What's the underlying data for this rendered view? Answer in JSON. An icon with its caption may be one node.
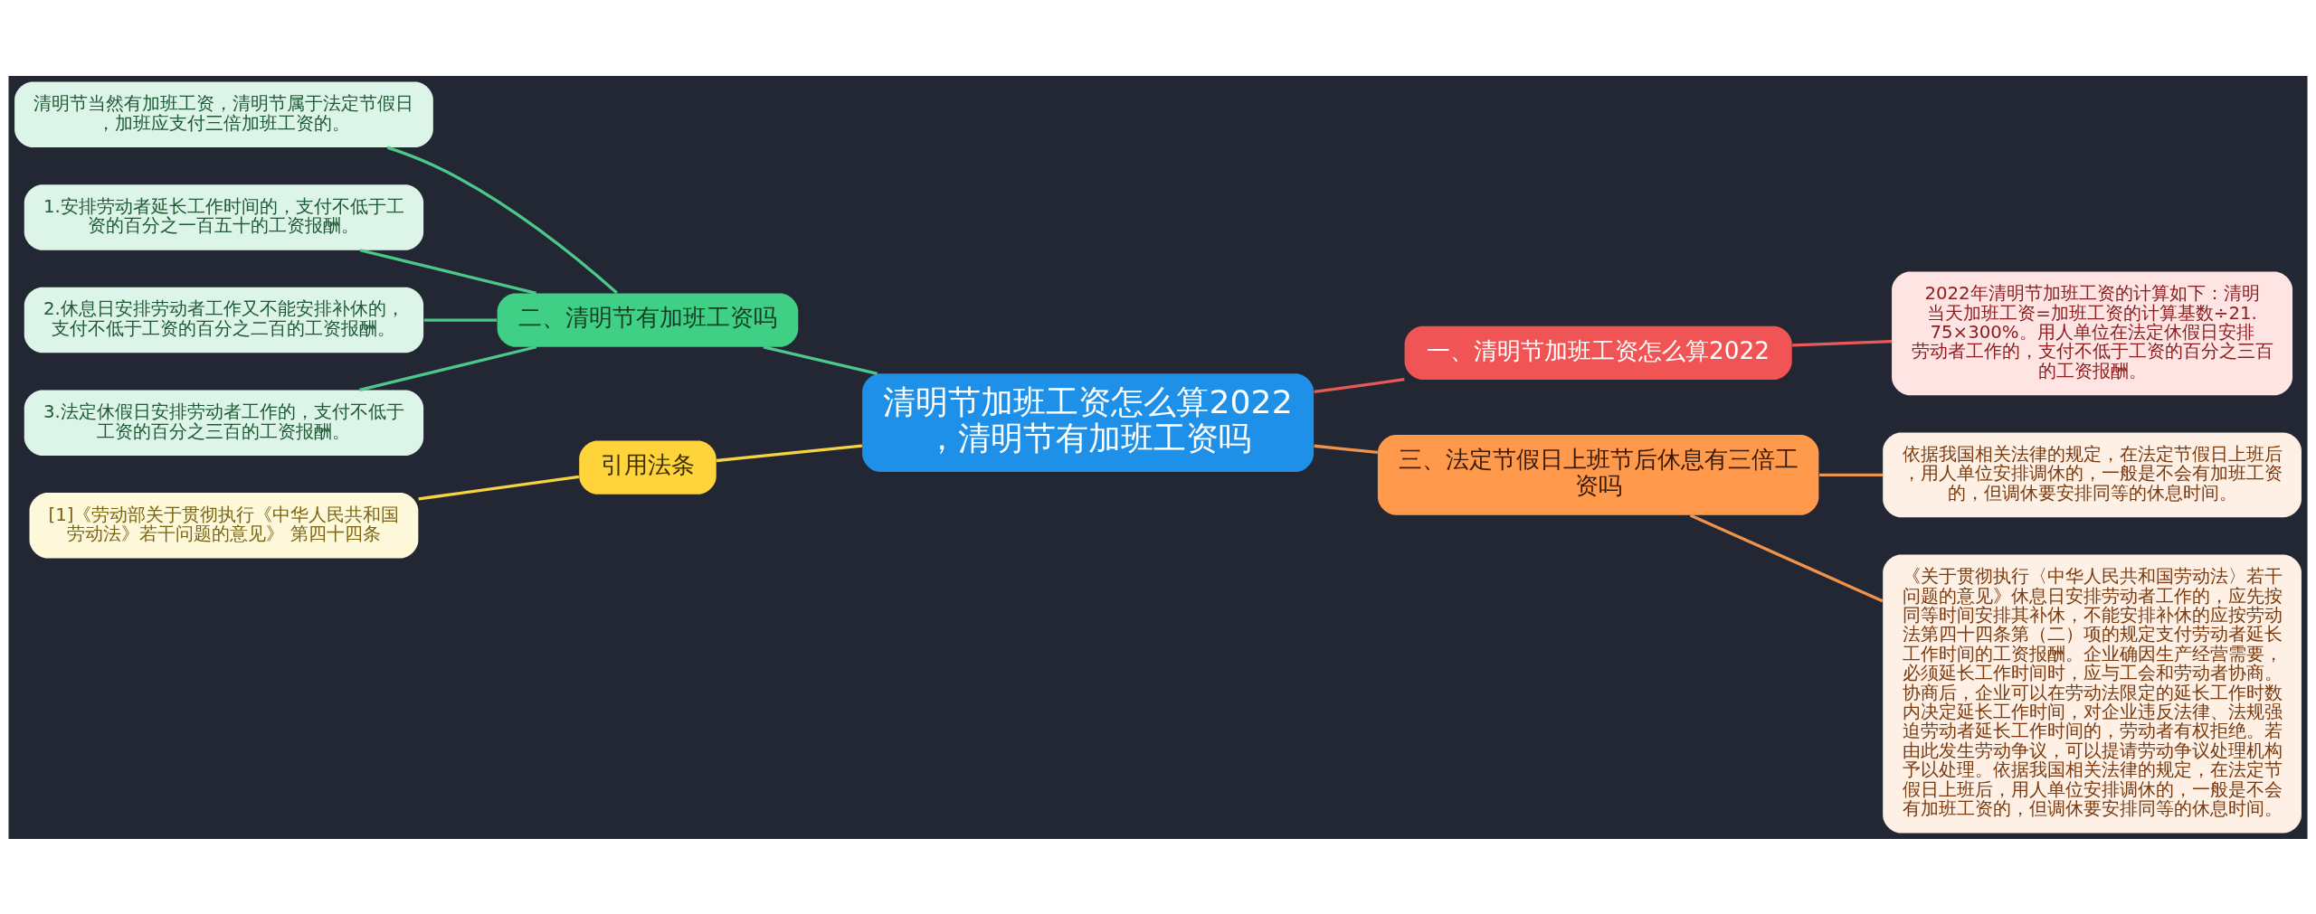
{
  "diagram": {
    "nodes": [
      {
        "text": [
          "清明节加班工资怎么算2022，清明节有加班工资吗"
        ]
      },
      {
        "text": [
          "一、清明节加班工资怎么算2022"
        ]
      },
      {
        "text": [
          "2022年清明节加班工资的计算如下：清明当天加班工资=加班工资的计算基数÷21.75×300%。用人单位在法定休假日安排劳动者工作的，支付不低于工资的百分之三百的工资报酬。"
        ]
      },
      {
        "text": [
          "二、清明节有加班工资吗"
        ]
      },
      {
        "text": [
          "清明节当然有加班工资，清明节属于法定节假日，加班应支付三倍加班工资的。"
        ]
      },
      {
        "text": [
          "1.安排劳动者延长工作时间的，支付不低于工资的百分之一百五十的工资报酬。"
        ]
      },
      {
        "text": [
          "2.休息日安排劳动者工作又不能安排补休的，支付不低于工资的百分之二百的工资报酬。"
        ]
      },
      {
        "text": [
          "3.法定休假日安排劳动者工作的，支付不低于工资的百分之三百的工资报酬。"
        ]
      },
      {
        "text": [
          "三、法定节假日上班节后休息有三倍工资吗"
        ]
      },
      {
        "text": [
          "依据我国相关法律的规定，在法定节假日上班后，用人单位安排调休的，一般是不会有加班工资的，但调休要安排同等的休息时间。"
        ]
      },
      {
        "text": [
          "《关于贯彻执行〈中华人民共和国劳动法〉若干问题的意见》休息日安排劳动者工作的，应先按同等时间安排其补休，不能安排补休的应按劳动法第四十四条第（二）项的规定支付劳动者延长工作时间的工资报酬。企业确因生产经营需要，必须延长工作时间时，应与工会和劳动者协商。协商后，企业可以在劳动法限定的延长工作时数内决定延长工作时间，对企业违反法律、法规强迫劳动者延长工作时间的，劳动者有权拒绝。若由此发生劳动争议，可以提请劳动争议处理机构予以处理。依据我国相关法律的规定，在法定节假日上班后，用人单位安排调休的，一般是不会有加班工资的，但调休要安排同等的休息时间。"
        ]
      },
      {
        "text": [
          "引用法条"
        ]
      },
      {
        "text": [
          "[1]《劳动部关于贯彻执行《中华人民共和国劳动法》若干问题的意见》 第四十四条"
        ]
      }
    ],
    "edges": [
      {
        "from": 0,
        "to": 1,
        "arrow": "none",
        "color": "#e85a5a"
      },
      {
        "from": 1,
        "to": 2,
        "arrow": "none",
        "color": "#e85a5a"
      },
      {
        "from": 3,
        "to": 0,
        "arrow": "none",
        "color": "#4cc98a"
      },
      {
        "from": 4,
        "to": 3,
        "arrow": "none",
        "color": "#4cc98a"
      },
      {
        "from": 5,
        "to": 3,
        "arrow": "none",
        "color": "#4cc98a"
      },
      {
        "from": 6,
        "to": 3,
        "arrow": "none",
        "color": "#4cc98a"
      },
      {
        "from": 7,
        "to": 3,
        "arrow": "none",
        "color": "#4cc98a"
      },
      {
        "from": 0,
        "to": 8,
        "arrow": "none",
        "color": "#f0944d"
      },
      {
        "from": 8,
        "to": 9,
        "arrow": "none",
        "color": "#f0944d"
      },
      {
        "from": 8,
        "to": 10,
        "arrow": "none",
        "color": "#f0944d"
      },
      {
        "from": 11,
        "to": 0,
        "arrow": "none",
        "color": "#f5d442"
      },
      {
        "from": 12,
        "to": 11,
        "arrow": "none",
        "color": "#f5d442"
      }
    ]
  }
}
